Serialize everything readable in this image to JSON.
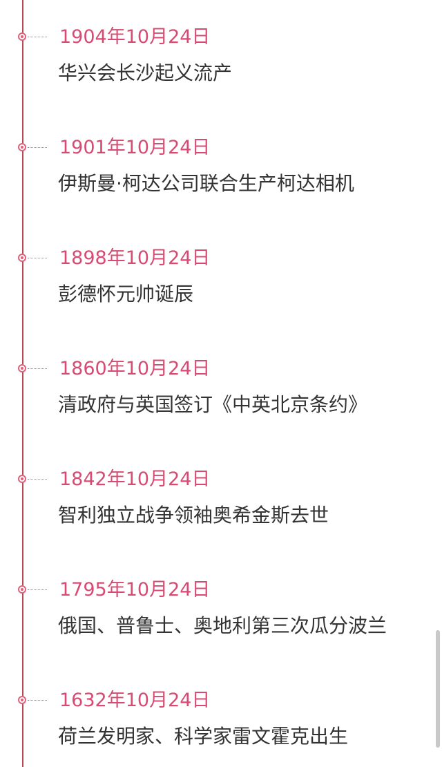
{
  "events": [
    {
      "date": "1904年10月24日",
      "title": "华兴会长沙起义流产"
    },
    {
      "date": "1901年10月24日",
      "title": "伊斯曼·柯达公司联合生产柯达相机"
    },
    {
      "date": "1898年10月24日",
      "title": "彭德怀元帅诞辰"
    },
    {
      "date": "1860年10月24日",
      "title": "清政府与英国签订《中英北京条约》"
    },
    {
      "date": "1842年10月24日",
      "title": "智利独立战争领袖奥希金斯去世"
    },
    {
      "date": "1795年10月24日",
      "title": "俄国、普鲁士、奥地利第三次瓜分波兰"
    },
    {
      "date": "1632年10月24日",
      "title": "荷兰发明家、科学家雷文霍克出生"
    }
  ],
  "colors": {
    "accent": "#d84a72",
    "line": "#b84a55",
    "text": "#333333"
  }
}
